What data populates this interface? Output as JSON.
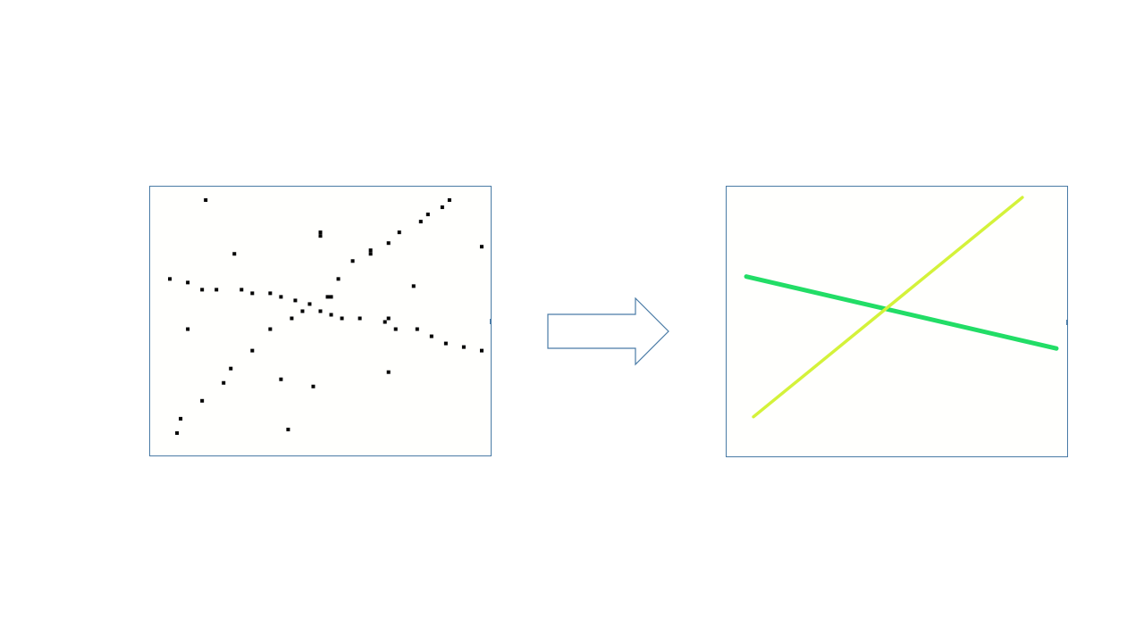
{
  "colors": {
    "frame": "#4a7ba6",
    "points": "#000000",
    "line_shallow": "#22dd66",
    "line_steep": "#d4f23a",
    "arrow_outline": "#4a7ba6",
    "arrow_fill": "#ffffff"
  },
  "chart_data": [
    {
      "type": "scatter",
      "xlim": [
        0,
        380
      ],
      "ylim": [
        0,
        300
      ],
      "grid": false,
      "series": [
        {
          "points": [
            [
              22,
              103
            ],
            [
              42,
              107
            ],
            [
              58,
              115
            ],
            [
              74,
              115
            ],
            [
              102,
              115
            ],
            [
              114,
              119
            ],
            [
              134,
              119
            ],
            [
              146,
              123
            ],
            [
              162,
              127
            ],
            [
              178,
              131
            ],
            [
              190,
              139
            ],
            [
              202,
              143
            ],
            [
              214,
              147
            ],
            [
              234,
              147
            ],
            [
              262,
              151
            ],
            [
              266,
              147
            ],
            [
              274,
              159
            ],
            [
              298,
              159
            ],
            [
              314,
              167
            ],
            [
              330,
              175
            ],
            [
              350,
              179
            ],
            [
              370,
              183
            ],
            [
              30,
              275
            ],
            [
              34,
              259
            ],
            [
              58,
              239
            ],
            [
              82,
              219
            ],
            [
              90,
              203
            ],
            [
              114,
              183
            ],
            [
              134,
              159
            ],
            [
              158,
              147
            ],
            [
              170,
              139
            ],
            [
              198,
              123
            ],
            [
              202,
              123
            ],
            [
              210,
              103
            ],
            [
              226,
              83
            ],
            [
              246,
              71
            ],
            [
              266,
              63
            ],
            [
              278,
              51
            ],
            [
              302,
              39
            ],
            [
              310,
              31
            ],
            [
              326,
              23
            ],
            [
              334,
              15
            ],
            [
              62,
              15
            ],
            [
              94,
              75
            ],
            [
              190,
              51
            ],
            [
              190,
              55
            ],
            [
              370,
              67
            ],
            [
              42,
              159
            ],
            [
              146,
              215
            ],
            [
              182,
              223
            ],
            [
              266,
              207
            ],
            [
              154,
              271
            ],
            [
              294,
              111
            ],
            [
              246,
              75
            ]
          ]
        }
      ]
    },
    {
      "type": "line",
      "xlim": [
        0,
        380
      ],
      "ylim": [
        0,
        300
      ],
      "grid": false,
      "series": [
        {
          "points": [
            [
              22,
              100
            ],
            [
              368,
              180
            ]
          ],
          "color_key": "line_shallow",
          "width": 5
        },
        {
          "points": [
            [
              30,
              256
            ],
            [
              330,
              12
            ]
          ],
          "color_key": "line_steep",
          "width": 3.5
        }
      ]
    }
  ]
}
